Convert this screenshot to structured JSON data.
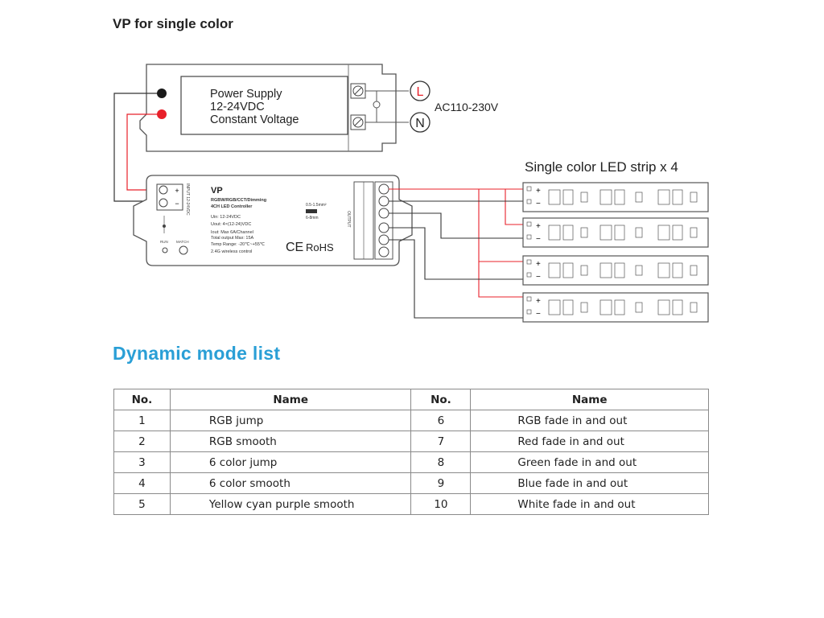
{
  "header": {
    "title": "VP for single color"
  },
  "power_supply": {
    "line1": "Power Supply",
    "line2": "12-24VDC",
    "line3": "Constant Voltage",
    "terminal_l": "L",
    "terminal_n": "N",
    "ac_label": "AC110-230V"
  },
  "controller": {
    "model": "VP",
    "desc1": "RGBW/RGB/CCT/Dimming",
    "desc2": "4CH LED Controller",
    "spec1": "Uin: 12-24VDC",
    "spec2": "Uout: 4×(12-24)VDC",
    "spec3": "Iout: Max 6A/Channel",
    "spec4": "Total output Max: 15A",
    "spec5": "Temp Range: -20℃~+55℃",
    "spec6": "2.4G wireless control",
    "input_label": "INPUT 12-24VDC",
    "output_label": "OUTPUT",
    "run_label": "RUN",
    "match_label": "MATCH",
    "wire_spec1": "0.5-1.5mm²",
    "wire_spec2": "6-8mm",
    "ce_mark": "CE",
    "rohs_mark": "RoHS",
    "plus": "+",
    "minus": "−"
  },
  "strip_label": "Single color LED strip x 4",
  "strip_plus": "+",
  "strip_minus": "−",
  "mode_list_title": "Dynamic mode list",
  "mode_table": {
    "headers": [
      "No.",
      "Name",
      "No.",
      "Name"
    ],
    "rows": [
      [
        "1",
        "RGB jump",
        "6",
        "RGB fade in and out"
      ],
      [
        "2",
        "RGB smooth",
        "7",
        "Red fade in and out"
      ],
      [
        "3",
        "6 color jump",
        "8",
        "Green fade in and out"
      ],
      [
        "4",
        "6 color smooth",
        "9",
        "Blue fade in and out"
      ],
      [
        "5",
        "Yellow cyan purple smooth",
        "10",
        "White fade in and out"
      ]
    ]
  },
  "colors": {
    "accent": "#2a9fd6",
    "wire_red": "#e8202a",
    "wire_black": "#333333"
  }
}
